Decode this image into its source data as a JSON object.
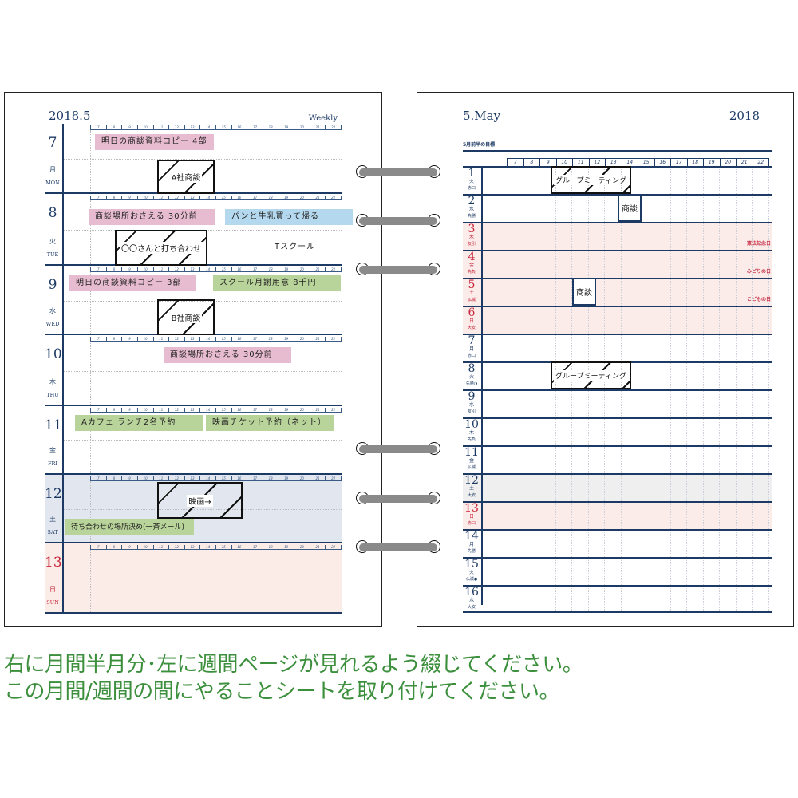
{
  "left_page": {
    "title": "2018.5",
    "label": "Weekly",
    "hours": [
      "7",
      "8",
      "9",
      "10",
      "11",
      "12",
      "13",
      "14",
      "15",
      "16",
      "17",
      "18",
      "19",
      "20",
      "21",
      "22"
    ],
    "days": [
      {
        "num": "7",
        "jp": "月",
        "en": "MON",
        "bg": "#ffffff",
        "red": false
      },
      {
        "num": "8",
        "jp": "火",
        "en": "TUE",
        "bg": "#ffffff",
        "red": false
      },
      {
        "num": "9",
        "jp": "水",
        "en": "WED",
        "bg": "#ffffff",
        "red": false
      },
      {
        "num": "10",
        "jp": "木",
        "en": "THU",
        "bg": "#ffffff",
        "red": false
      },
      {
        "num": "11",
        "jp": "金",
        "en": "FRI",
        "bg": "#ffffff",
        "red": false
      },
      {
        "num": "12",
        "jp": "土",
        "en": "SAT",
        "bg": "#e1e6ef",
        "red": false
      },
      {
        "num": "13",
        "jp": "日",
        "en": "SUN",
        "bg": "#fbece8",
        "red": true
      }
    ],
    "notes": {
      "mon_copy": "明日の商談資料コピー 4部",
      "mon_meeting": "A社商談",
      "tue_place": "商談場所おさえる 30分前",
      "tue_shopping": "パンと牛乳買って帰る",
      "tue_meeting": "〇〇さんと打ち合わせ",
      "tue_school": "Tスクール",
      "wed_copy": "明日の商談資料コピー 3部",
      "wed_fee": "スクール月謝用意 8千円",
      "wed_meeting": "B社商談",
      "thu_place": "商談場所おさえる 30分前",
      "fri_cafe": "Aカフェ ランチ2名予約",
      "fri_ticket": "映画チケット予約（ネット）",
      "sat_movie": "映画→",
      "sat_meetup": "待ち合わせの場所決め(一斉メール)"
    }
  },
  "right_page": {
    "title": "5.May",
    "year": "2018",
    "goal_label": "5月前半の目標",
    "hours": [
      "7",
      "8",
      "9",
      "10",
      "11",
      "12",
      "13",
      "14",
      "15",
      "16",
      "17",
      "18",
      "19",
      "20",
      "21",
      "22"
    ],
    "days": [
      {
        "num": "1",
        "wd": "火",
        "rk": "赤口",
        "holiday": "",
        "bg": "#ffffff",
        "red": false
      },
      {
        "num": "2",
        "wd": "水",
        "rk": "先勝",
        "holiday": "",
        "bg": "#ffffff",
        "red": false
      },
      {
        "num": "3",
        "wd": "木",
        "rk": "友引",
        "holiday": "憲法記念日",
        "bg": "#fbecea",
        "red": true
      },
      {
        "num": "4",
        "wd": "金",
        "rk": "先負",
        "holiday": "みどりの日",
        "bg": "#fbecea",
        "red": true
      },
      {
        "num": "5",
        "wd": "土",
        "rk": "仏滅",
        "holiday": "こどもの日",
        "bg": "#fbecea",
        "red": true
      },
      {
        "num": "6",
        "wd": "日",
        "rk": "大安",
        "holiday": "",
        "bg": "#fbecea",
        "red": true
      },
      {
        "num": "7",
        "wd": "月",
        "rk": "赤口",
        "holiday": "",
        "bg": "#ffffff",
        "red": false
      },
      {
        "num": "8",
        "wd": "火",
        "rk": "先勝◑",
        "holiday": "",
        "bg": "#ffffff",
        "red": false
      },
      {
        "num": "9",
        "wd": "水",
        "rk": "友引",
        "holiday": "",
        "bg": "#ffffff",
        "red": false
      },
      {
        "num": "10",
        "wd": "木",
        "rk": "先負",
        "holiday": "",
        "bg": "#ffffff",
        "red": false
      },
      {
        "num": "11",
        "wd": "金",
        "rk": "仏滅",
        "holiday": "",
        "bg": "#ffffff",
        "red": false
      },
      {
        "num": "12",
        "wd": "土",
        "rk": "大安",
        "holiday": "",
        "bg": "#efefef",
        "red": false
      },
      {
        "num": "13",
        "wd": "日",
        "rk": "赤口",
        "holiday": "",
        "bg": "#fbecea",
        "red": true
      },
      {
        "num": "14",
        "wd": "月",
        "rk": "先勝",
        "holiday": "",
        "bg": "#ffffff",
        "red": false
      },
      {
        "num": "15",
        "wd": "火",
        "rk": "仏滅●",
        "holiday": "",
        "bg": "#ffffff",
        "red": false
      },
      {
        "num": "16",
        "wd": "水",
        "rk": "大安",
        "holiday": "",
        "bg": "#ffffff",
        "red": false
      }
    ],
    "events": {
      "group_meeting_1": "グループミーティング",
      "sales_2": "商談",
      "sales_5": "商談",
      "group_meeting_8": "グループミーティング"
    }
  },
  "instructions": {
    "line1": "右に月間半月分･左に週間ページが見れるよう綴じてください。",
    "line2": "この月間/週間の間にやることシートを取り付けてください。"
  },
  "colors": {
    "navy": "#1d3a64",
    "note_pink": "#e8bcd0",
    "note_green": "#b9d49a",
    "note_blue": "#b4d8ee",
    "holiday_red": "#c8243a",
    "instruction_green": "#3c8f3c"
  }
}
